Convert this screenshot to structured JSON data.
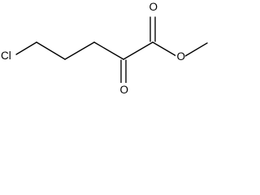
{
  "molecule": {
    "atoms": {
      "chlorine": "Cl",
      "ketone_oxygen": "O",
      "ester_carbonyl_oxygen": "O",
      "ester_ether_oxygen": "O"
    },
    "colors": {
      "bond": "#000000",
      "label": "#000000",
      "background": "#ffffff"
    }
  }
}
